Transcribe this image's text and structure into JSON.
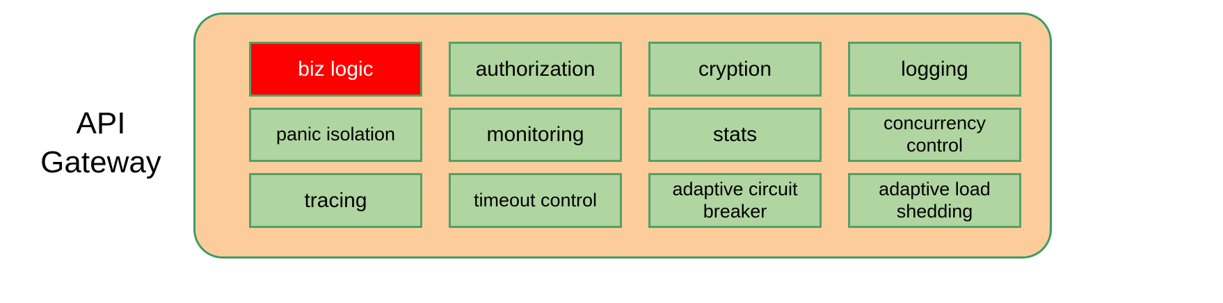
{
  "diagram": {
    "type": "block-diagram",
    "side_label": "API\nGateway",
    "container": {
      "name": "api-gateway-container",
      "fill_color": "#FCCD9A",
      "border_color": "#3E9A67"
    },
    "colors": {
      "background": "#FFFFFF",
      "container_fill": "#FCCD9A",
      "container_border": "#3E9A67",
      "cell_fill": "#B0D5A0",
      "cell_border": "#52A06B",
      "highlight_fill": "#FF0000",
      "highlight_text": "#FFFFFF",
      "text": "#000000"
    },
    "grid": {
      "rows": 3,
      "columns": 4,
      "cells": [
        {
          "label": "biz logic",
          "highlighted": true,
          "lines": 1
        },
        {
          "label": "authorization",
          "highlighted": false,
          "lines": 1
        },
        {
          "label": "cryption",
          "highlighted": false,
          "lines": 1
        },
        {
          "label": "logging",
          "highlighted": false,
          "lines": 1
        },
        {
          "label": "panic isolation",
          "highlighted": false,
          "lines": 1
        },
        {
          "label": "monitoring",
          "highlighted": false,
          "lines": 1
        },
        {
          "label": "stats",
          "highlighted": false,
          "lines": 1
        },
        {
          "label": "concurrency\ncontrol",
          "highlighted": false,
          "lines": 2
        },
        {
          "label": "tracing",
          "highlighted": false,
          "lines": 1
        },
        {
          "label": "timeout control",
          "highlighted": false,
          "lines": 1
        },
        {
          "label": "adaptive circuit\nbreaker",
          "highlighted": false,
          "lines": 2
        },
        {
          "label": "adaptive load\nshedding",
          "highlighted": false,
          "lines": 2
        }
      ]
    }
  }
}
